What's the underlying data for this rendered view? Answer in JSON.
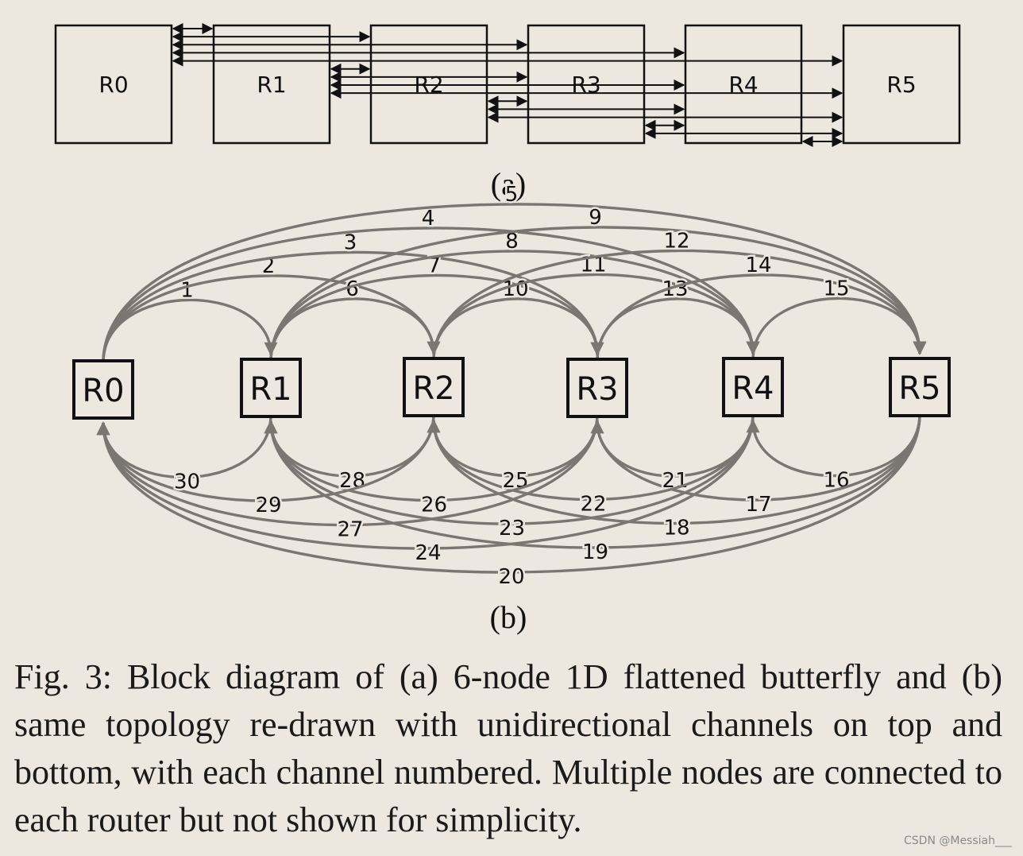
{
  "panel_a": {
    "sublabel": "(a)",
    "routers": [
      "R0",
      "R1",
      "R2",
      "R3",
      "R4",
      "R5"
    ]
  },
  "panel_b": {
    "sublabel": "(b)",
    "routers": [
      "R0",
      "R1",
      "R2",
      "R3",
      "R4",
      "R5"
    ],
    "top_channels": [
      {
        "label": "1",
        "from": "R0",
        "to": "R1"
      },
      {
        "label": "2",
        "from": "R0",
        "to": "R2"
      },
      {
        "label": "3",
        "from": "R0",
        "to": "R3"
      },
      {
        "label": "4",
        "from": "R0",
        "to": "R4"
      },
      {
        "label": "5",
        "from": "R0",
        "to": "R5"
      },
      {
        "label": "6",
        "from": "R1",
        "to": "R2"
      },
      {
        "label": "7",
        "from": "R1",
        "to": "R3"
      },
      {
        "label": "8",
        "from": "R1",
        "to": "R4"
      },
      {
        "label": "9",
        "from": "R1",
        "to": "R5"
      },
      {
        "label": "10",
        "from": "R2",
        "to": "R3"
      },
      {
        "label": "11",
        "from": "R2",
        "to": "R4"
      },
      {
        "label": "12",
        "from": "R2",
        "to": "R5"
      },
      {
        "label": "13",
        "from": "R3",
        "to": "R4"
      },
      {
        "label": "14",
        "from": "R3",
        "to": "R5"
      },
      {
        "label": "15",
        "from": "R4",
        "to": "R5"
      }
    ],
    "bottom_channels": [
      {
        "label": "16",
        "from": "R5",
        "to": "R4"
      },
      {
        "label": "17",
        "from": "R5",
        "to": "R3"
      },
      {
        "label": "18",
        "from": "R5",
        "to": "R2"
      },
      {
        "label": "19",
        "from": "R5",
        "to": "R1"
      },
      {
        "label": "20",
        "from": "R5",
        "to": "R0"
      },
      {
        "label": "21",
        "from": "R4",
        "to": "R3"
      },
      {
        "label": "22",
        "from": "R4",
        "to": "R2"
      },
      {
        "label": "23",
        "from": "R4",
        "to": "R1"
      },
      {
        "label": "24",
        "from": "R4",
        "to": "R0"
      },
      {
        "label": "25",
        "from": "R3",
        "to": "R2"
      },
      {
        "label": "26",
        "from": "R3",
        "to": "R1"
      },
      {
        "label": "27",
        "from": "R3",
        "to": "R0"
      },
      {
        "label": "28",
        "from": "R2",
        "to": "R1"
      },
      {
        "label": "29",
        "from": "R2",
        "to": "R0"
      },
      {
        "label": "30",
        "from": "R1",
        "to": "R0"
      }
    ]
  },
  "caption": "Fig. 3: Block diagram of (a) 6-node 1D flattened butterfly and (b) same topology re-drawn with unidirectional channels on top and bottom, with each channel numbered. Multiple nodes are connected to each router but not shown for simplicity.",
  "watermark": "CSDN @Messiah___",
  "colors": {
    "background": "#ece7df",
    "ink": "#111111",
    "channel_gray": "#7a7672"
  }
}
